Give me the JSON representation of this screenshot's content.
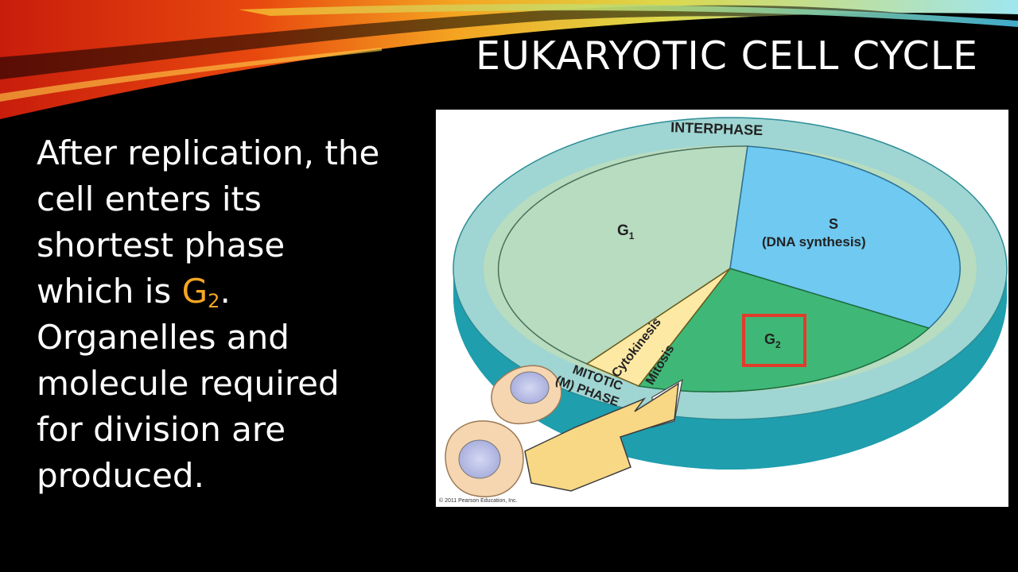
{
  "slide": {
    "title": "EUKARYOTIC CELL CYCLE",
    "body": {
      "line1": "After replication, the",
      "line2": "cell enters its",
      "line3": "shortest phase",
      "line4_prefix": "which is ",
      "line4_highlight_letter": "G",
      "line4_highlight_sub": "2",
      "line4_suffix": ".",
      "line5": "Organelles and",
      "line6": "molecule required",
      "line7": "for division are",
      "line8": "produced."
    },
    "highlight_color": "#f5a623"
  },
  "diagram": {
    "interphase_label": "INTERPHASE",
    "g1": {
      "letter": "G",
      "sub": "1"
    },
    "s": {
      "label": "S",
      "detail": "(DNA synthesis)"
    },
    "g2": {
      "letter": "G",
      "sub": "2"
    },
    "cytokinesis_label": "Cytokinesis",
    "mitosis_label": "Mitosis",
    "mitotic_line1": "MITOTIC",
    "mitotic_line2": "(M) PHASE",
    "copyright": "© 2011 Pearson Education, Inc.",
    "colors": {
      "g1": "#b7dcc0",
      "s": "#6fc9f1",
      "g2": "#3fb877",
      "ring_top": "#9fd5d2",
      "ring_side": "#1f9eae",
      "m_phase": "#fde9a4",
      "arrow": "#f8d884",
      "highlight_box": "#e13b2b"
    }
  }
}
